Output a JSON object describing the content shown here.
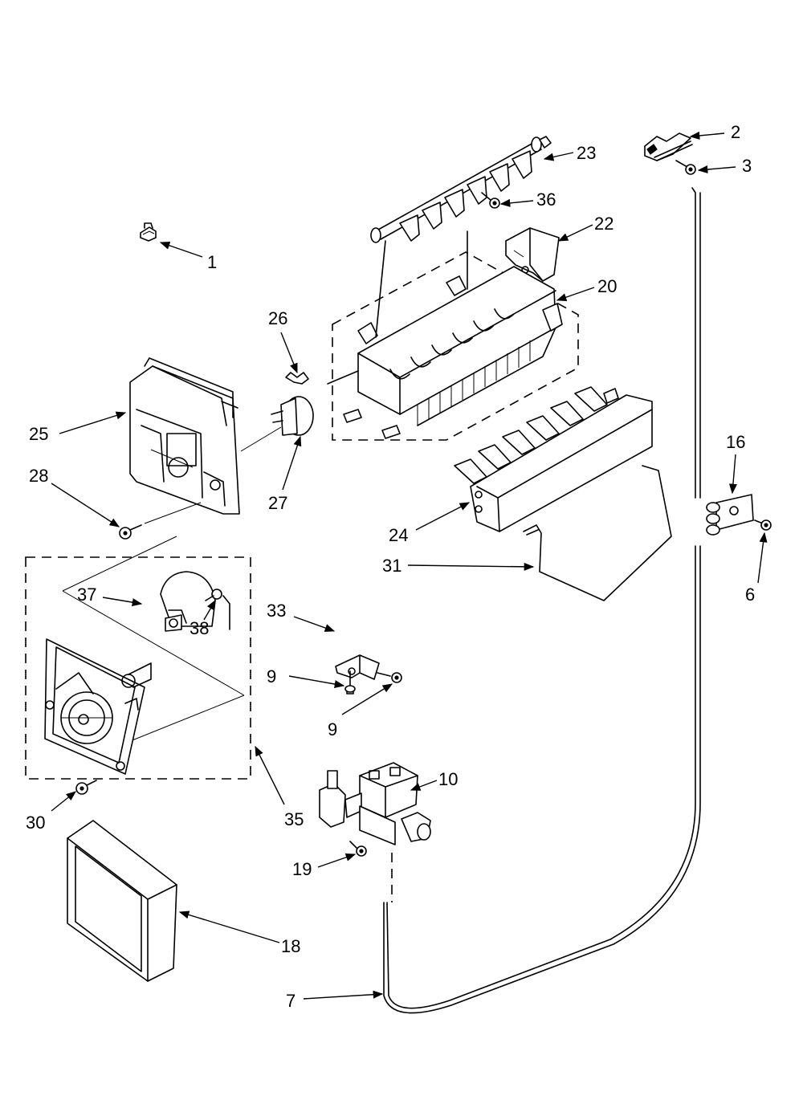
{
  "diagram": {
    "callouts": [
      "1",
      "2",
      "3",
      "6",
      "7",
      "9",
      "9",
      "10",
      "16",
      "18",
      "19",
      "20",
      "22",
      "23",
      "24",
      "25",
      "26",
      "27",
      "28",
      "30",
      "31",
      "33",
      "35",
      "36",
      "37",
      "38"
    ]
  }
}
